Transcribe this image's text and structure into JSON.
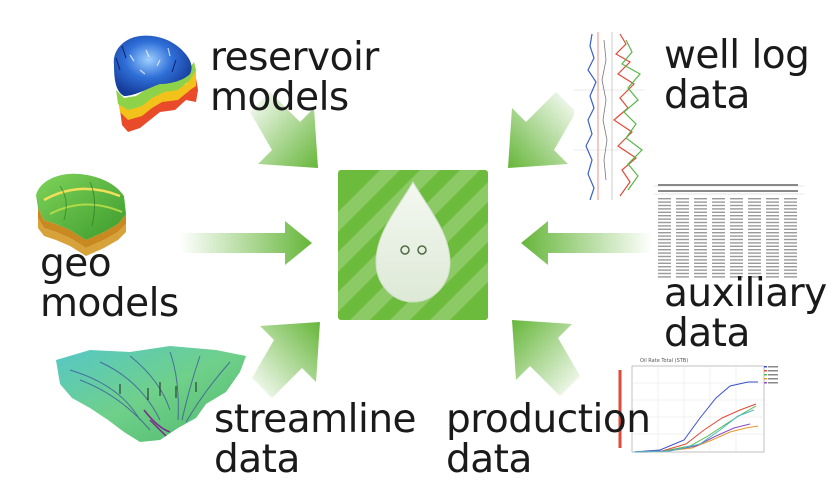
{
  "labels": {
    "reservoir": [
      "reservoir",
      "models"
    ],
    "geo": [
      "geo",
      "models"
    ],
    "streamline": [
      "streamline",
      "data"
    ],
    "well_log": [
      "well log",
      "data"
    ],
    "auxiliary": [
      "auxiliary",
      "data"
    ],
    "production": [
      "production",
      "data"
    ]
  },
  "colors": {
    "center_box": "#6cbb3c",
    "arrow": "#66b63a",
    "drop": "#eef4ea"
  },
  "production_chart_title": "Oil Rate Total (STB)"
}
